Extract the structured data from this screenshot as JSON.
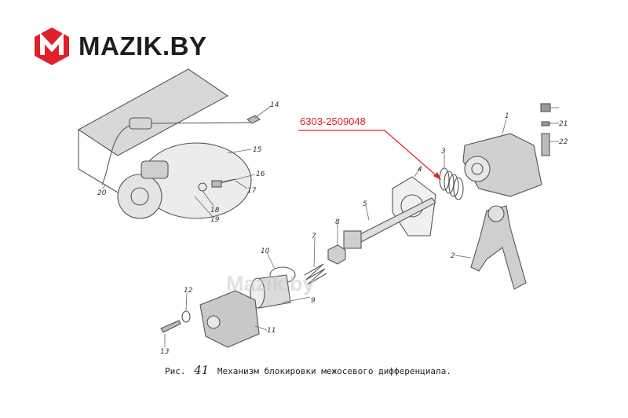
{
  "brand": {
    "logo_name": "MAZIK.BY",
    "logo_color": "#e0202a",
    "watermark": "Mazik.by"
  },
  "diagram": {
    "highlight_part_number": "6303-2509048",
    "highlight_color": "#e0202a",
    "caption_prefix": "Рис.",
    "caption_figure": "41",
    "caption_text": "Механизм блокировки межосевого дифференциала.",
    "part_labels": [
      "1",
      "2",
      "3",
      "4",
      "5",
      "7",
      "8",
      "9",
      "10",
      "11",
      "12",
      "13",
      "14",
      "15",
      "16",
      "17",
      "18",
      "19",
      "20",
      "21",
      "22"
    ]
  }
}
